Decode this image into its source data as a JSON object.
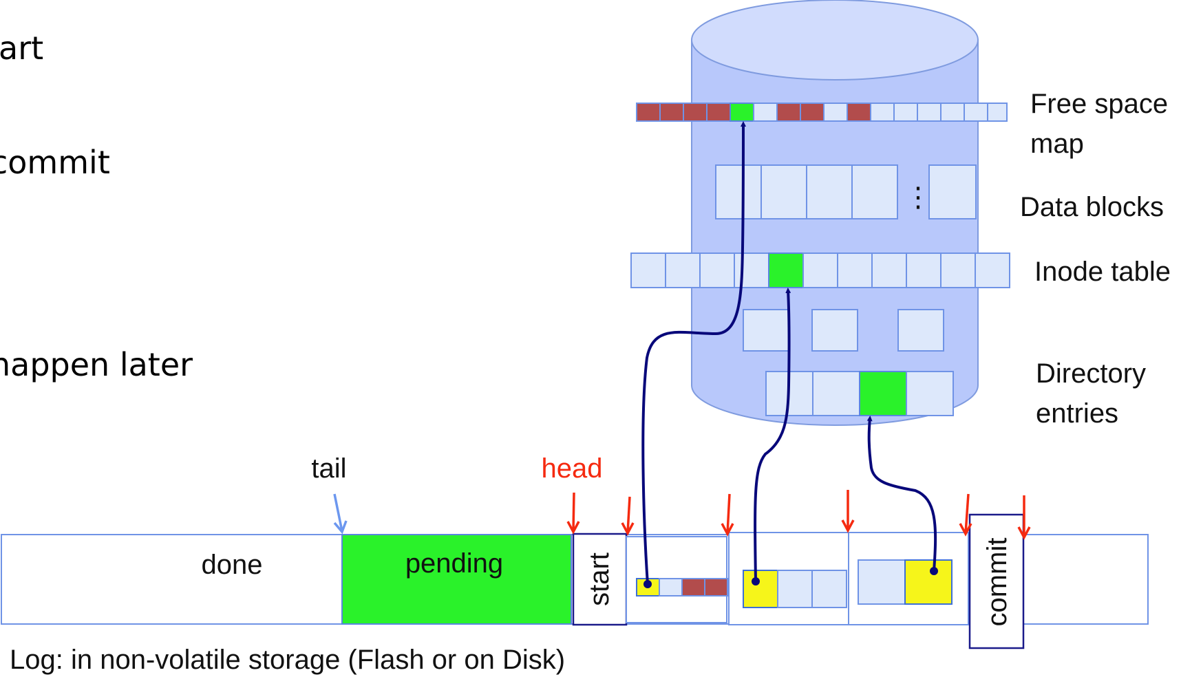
{
  "bullets": [
    "art",
    "commit",
    "happen later"
  ],
  "disk": {
    "labels": {
      "free_space_line1": "Free space",
      "free_space_line2": "map",
      "data_blocks": "Data blocks",
      "ellipsis": "⋮",
      "inode_table": "Inode table",
      "directory_line1": "Directory",
      "directory_line2": "entries"
    }
  },
  "log": {
    "tail_label": "tail",
    "head_label": "head",
    "done_label": "done",
    "pending_label": "pending",
    "start_label": "start",
    "commit_label": "commit",
    "caption": "Log: in non-volatile storage (Flash or on Disk)"
  },
  "colors": {
    "used_block": "#b24c4c",
    "new_block": "#2af22a",
    "log_entry": "#f6f51a",
    "pointer": "#08087a",
    "head_marker": "#f52a10",
    "tail_marker": "#6c97ef",
    "disk_body": "#b8c8fb"
  }
}
